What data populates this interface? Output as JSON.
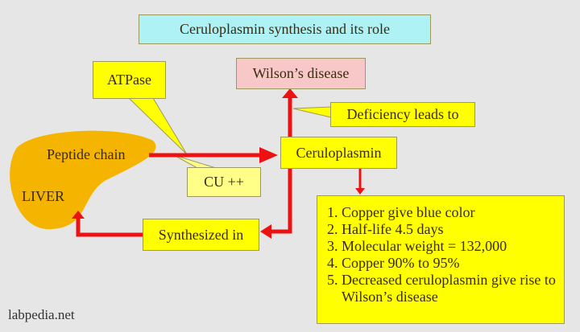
{
  "title": "Ceruloplasmin synthesis and its role",
  "wilson": "Wilson’s disease",
  "atpase": "ATPase",
  "deficiency": "Deficiency leads to",
  "peptide": "Peptide chain",
  "ceruloplasmin": "Ceruloplasmin",
  "cu": "CU ++",
  "liver": "LIVER",
  "synthesized": "Synthesized in",
  "facts": [
    "Copper  give blue color",
    "Half-life 4.5 days",
    "Molecular weight = 132,000",
    "Copper 90% to 95%",
    "Decreased ceruloplasmin give rise to Wilson’s disease"
  ],
  "watermark": "labpedia.net",
  "colors": {
    "arrow": "#ee1111",
    "box": "#ffff00",
    "title_bg": "#aef2f6",
    "wilson_bg": "#f8c8c8",
    "liver": "#f5b400"
  }
}
